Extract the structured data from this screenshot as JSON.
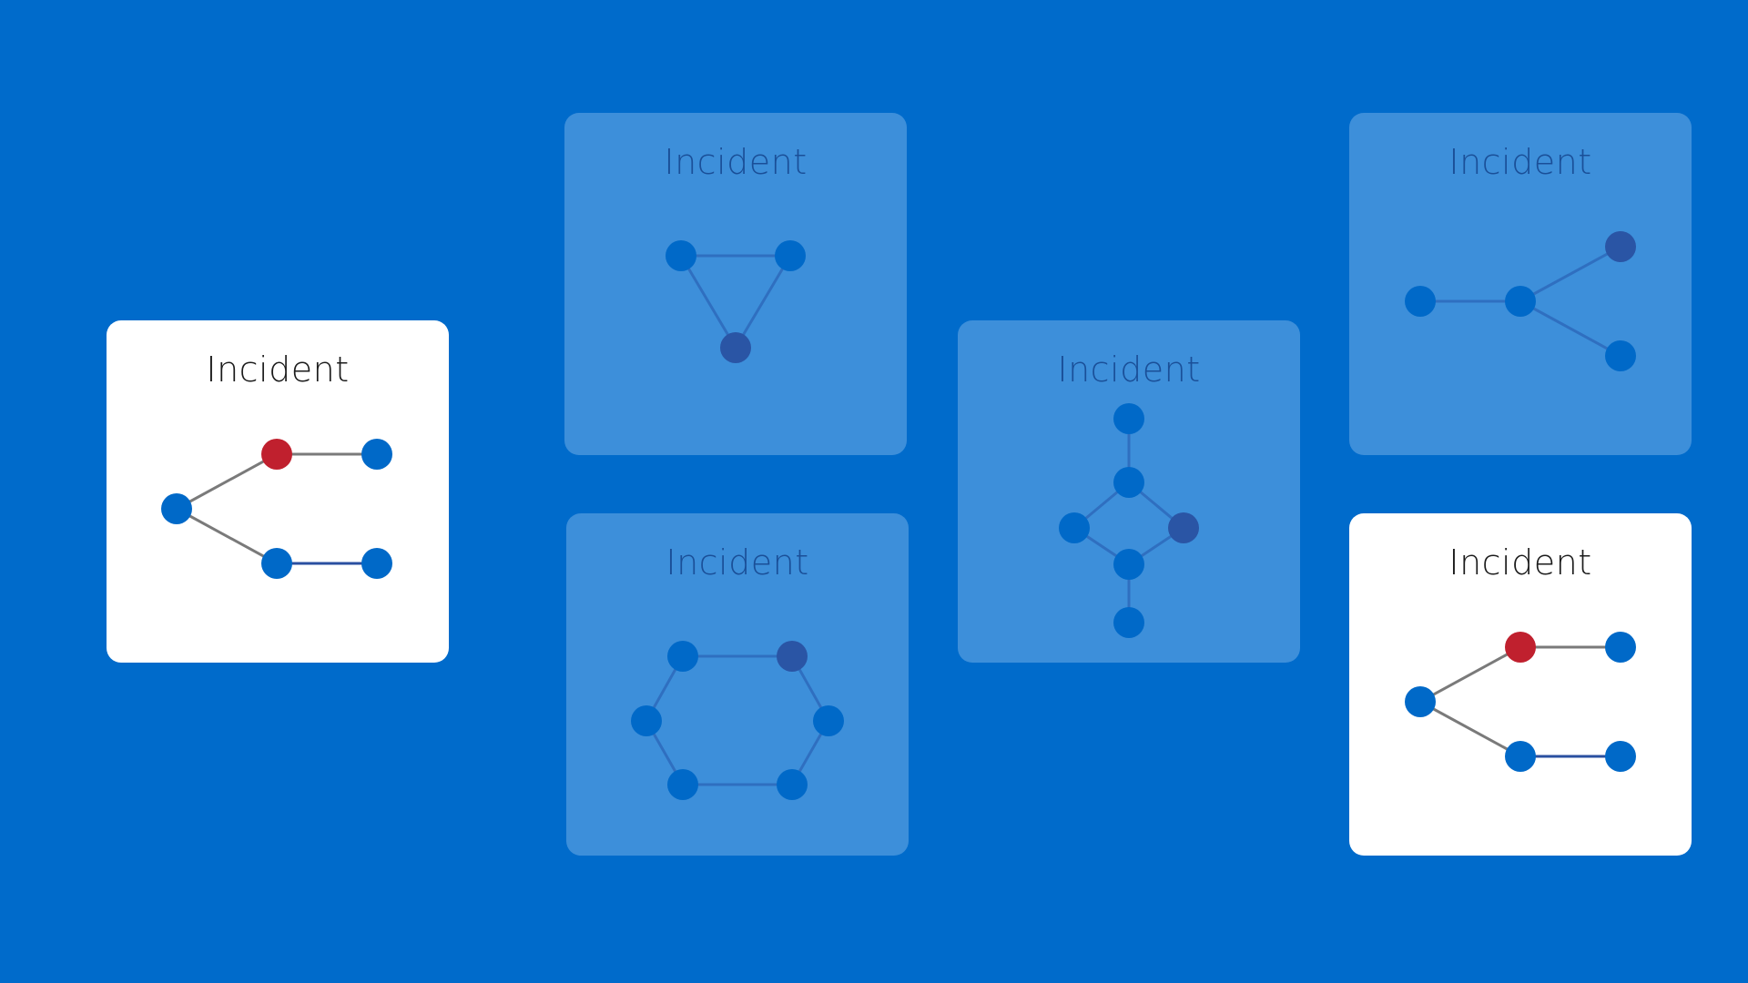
{
  "colors": {
    "background": "#006bcb",
    "active_card": "#ffffff",
    "dim_card": "#3d8fda",
    "node_blue": "#0069c8",
    "node_dark": "#2a55a5",
    "node_alert": "#c0202e",
    "edge_gray": "#7a7a7a",
    "edge_navy": "#2a4fa0",
    "edge_dim": "#2f6fc0"
  },
  "cards": {
    "left": {
      "title": "Incident",
      "state": "active",
      "graph": "fork-with-alert"
    },
    "triangle": {
      "title": "Incident",
      "state": "dim",
      "graph": "triangle"
    },
    "hexagon": {
      "title": "Incident",
      "state": "dim",
      "graph": "hexagon"
    },
    "diamond": {
      "title": "Incident",
      "state": "dim",
      "graph": "diamond-chain"
    },
    "fork": {
      "title": "Incident",
      "state": "dim",
      "graph": "fork"
    },
    "right": {
      "title": "Incident",
      "state": "active",
      "graph": "fork-with-alert"
    }
  }
}
